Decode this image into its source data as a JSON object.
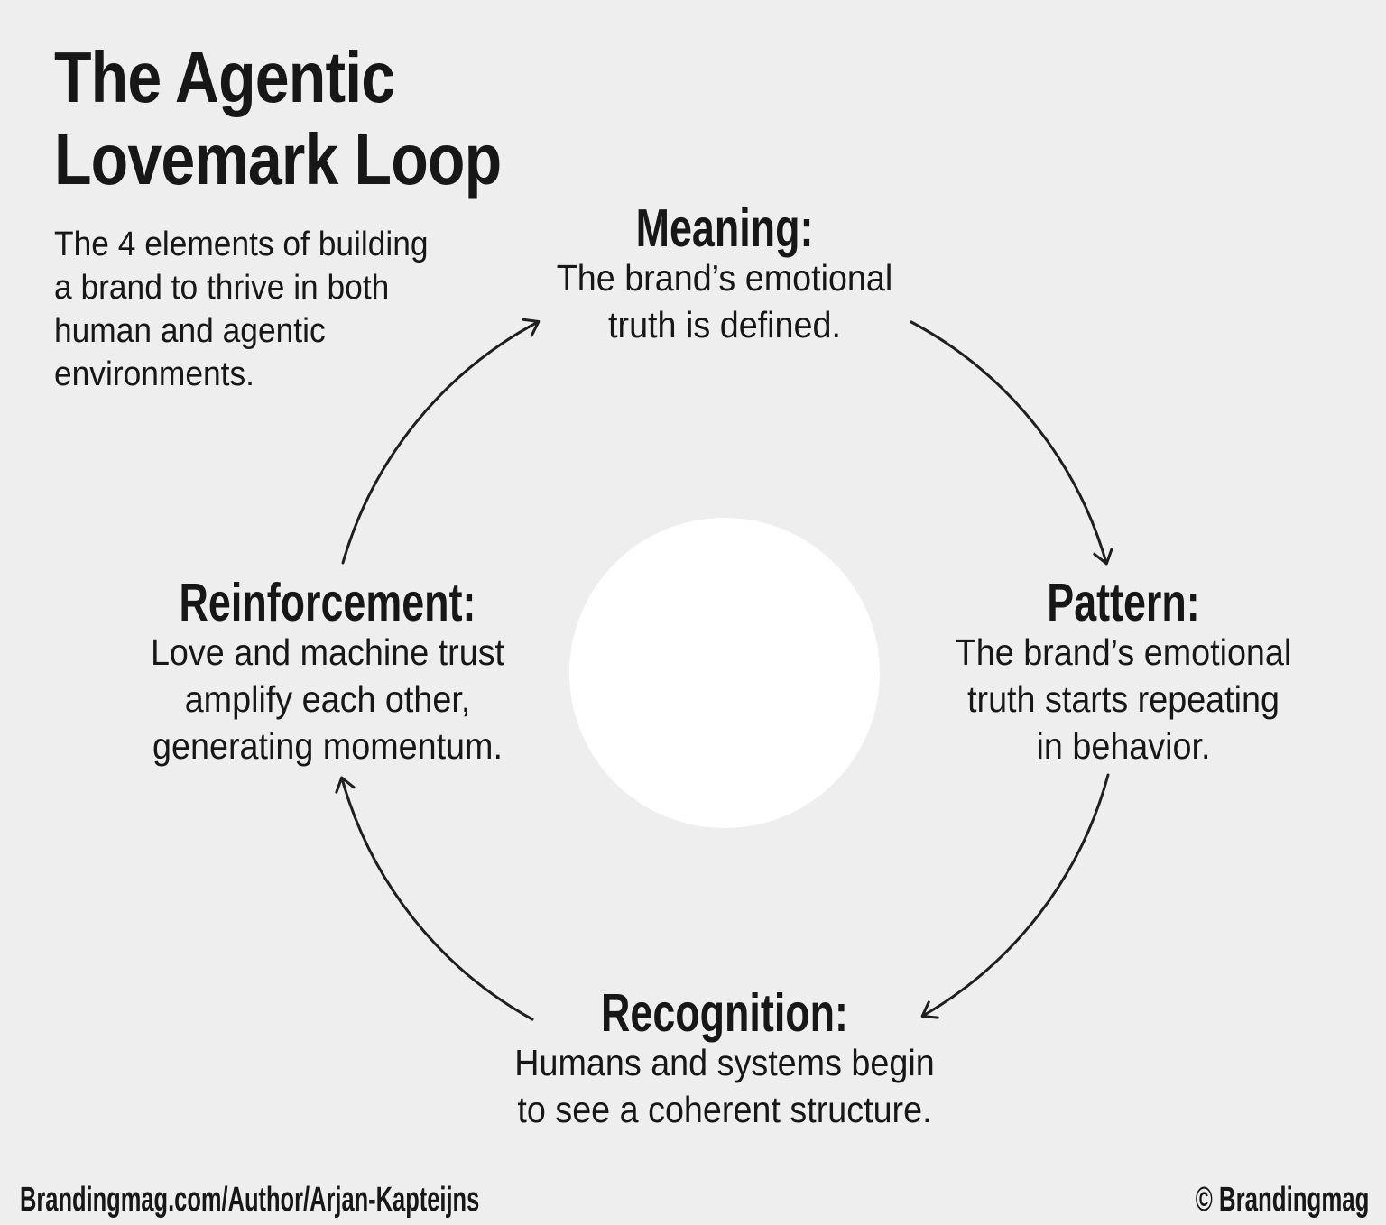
{
  "colors": {
    "background": "#eeeeee",
    "text": "#171717",
    "arrow": "#1f1f1f",
    "center_circle": "#ffffff"
  },
  "header": {
    "title_line1": "The Agentic",
    "title_line2": "Lovemark Loop",
    "subtitle_line1": "The 4 elements of building",
    "subtitle_line2": "a brand to thrive in both",
    "subtitle_line3": "human and agentic",
    "subtitle_line4": "environments."
  },
  "loop": {
    "direction": "clockwise",
    "nodes": [
      {
        "id": "meaning",
        "position": "top",
        "label": "Meaning:",
        "lines": [
          "The brand’s emotional",
          "truth is defined."
        ]
      },
      {
        "id": "pattern",
        "position": "right",
        "label": "Pattern:",
        "lines": [
          "The brand’s emotional",
          "truth starts repeating",
          "in behavior."
        ]
      },
      {
        "id": "recognition",
        "position": "bottom",
        "label": "Recognition:",
        "lines": [
          "Humans and systems begin",
          "to see a coherent structure."
        ]
      },
      {
        "id": "reinforcement",
        "position": "left",
        "label": "Reinforcement:",
        "lines": [
          "Love and machine trust",
          "amplify each other,",
          "generating momentum."
        ]
      }
    ]
  },
  "footer": {
    "left_credit": "Brandingmag.com/Author/Arjan-Kapteijns",
    "right_credit": "© Brandingmag"
  }
}
